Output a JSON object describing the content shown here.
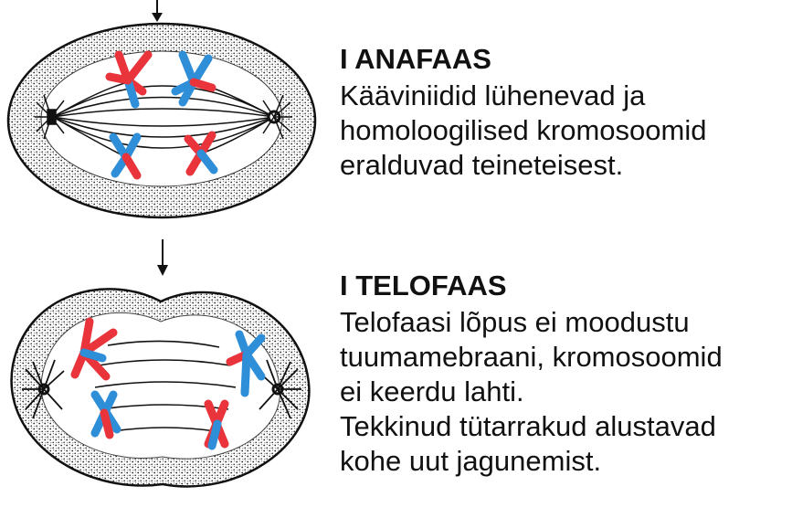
{
  "stages": [
    {
      "title": "I  ANAFAAS",
      "lines": [
        "Kääviniidid lühenevad ja",
        "homoloogilised kromosoomid",
        "eralduvad  teineteisest."
      ]
    },
    {
      "title": "I  TELOFAAS",
      "lines": [
        "Telofaasi lõpus ei moodustu",
        "tuumamebraani, kromosoomid",
        "ei keerdu lahti.",
        "Tekkinud tütarrakud alustavad",
        "kohe uut jagunemist."
      ]
    }
  ],
  "colors": {
    "maternal": "#e8343a",
    "paternal": "#2f8ed8",
    "outline": "#111111"
  },
  "icons": [
    "arrow-down-icon",
    "arrow-down-icon"
  ]
}
